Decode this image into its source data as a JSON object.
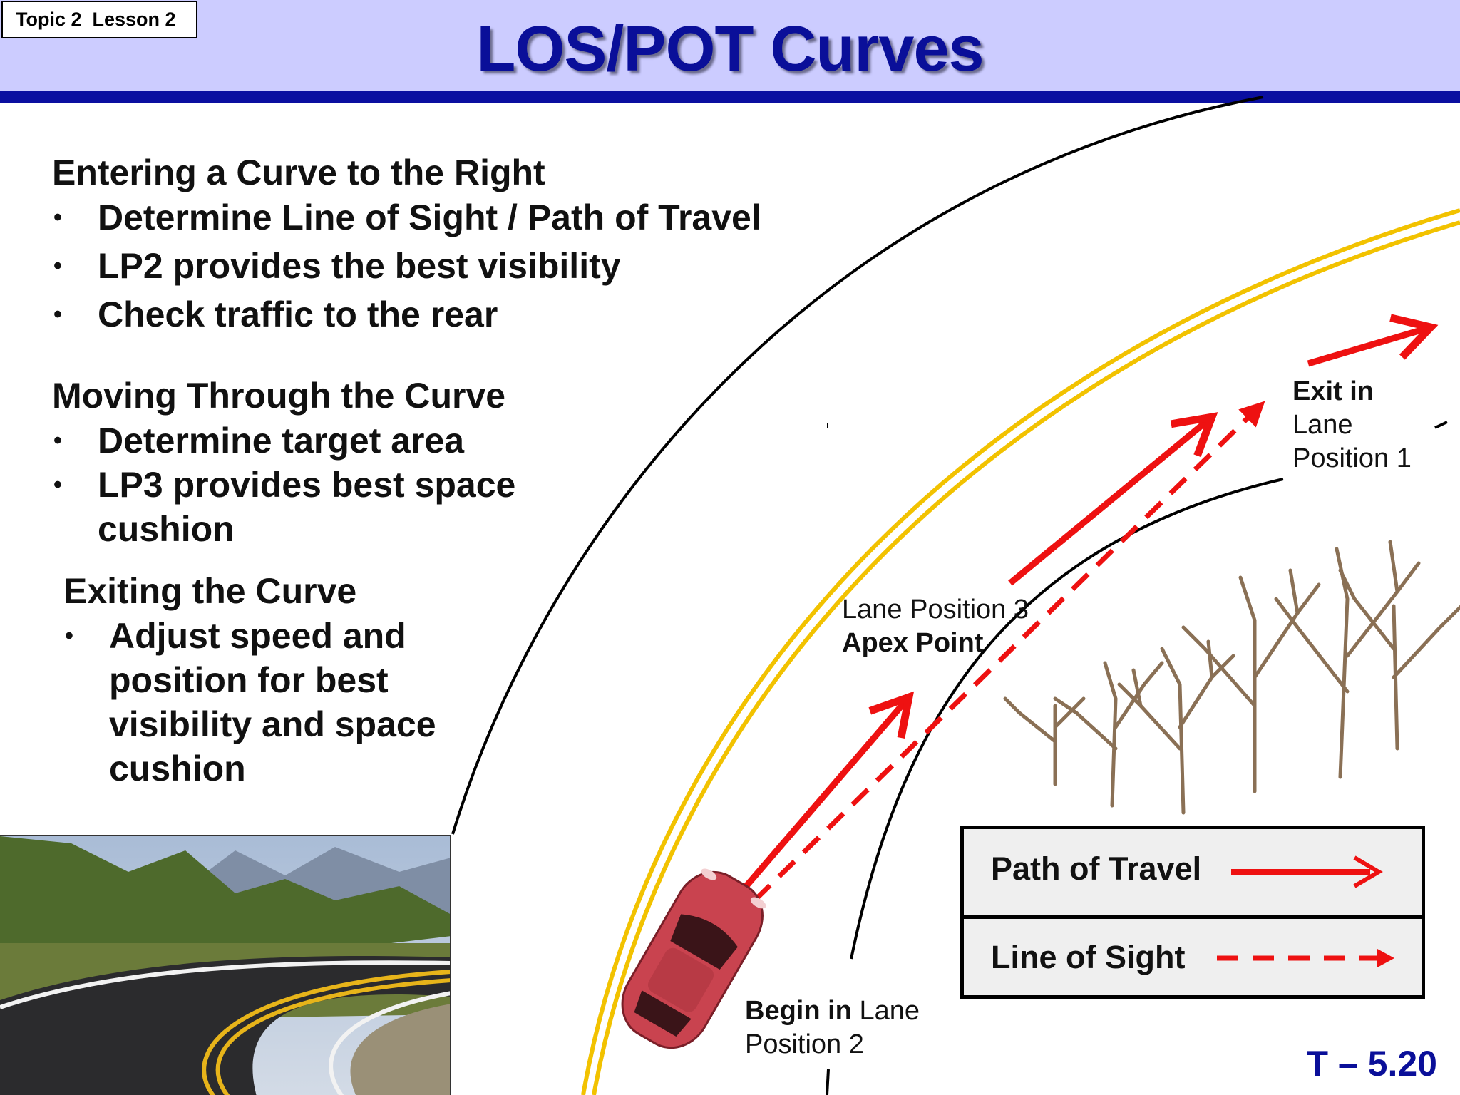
{
  "header": {
    "topic": "Topic 2  Lesson 2",
    "title": "LOS/POT Curves"
  },
  "sections": [
    {
      "heading": "Entering a Curve to the Right",
      "bullets": [
        "Determine Line of Sight / Path of Travel",
        "LP2 provides the best visibility",
        "Check traffic to the rear"
      ]
    },
    {
      "heading": "Moving Through the Curve",
      "bullets": [
        "Determine target area",
        "LP3 provides best space",
        "cushion"
      ]
    },
    {
      "heading": "Exiting the Curve",
      "bullets": [
        "Adjust speed and",
        "position for best",
        "visibility and space",
        "cushion"
      ]
    }
  ],
  "bullet_symbol": "•",
  "labels": {
    "exit_bold": "Exit in",
    "exit_line2": "Lane",
    "exit_line3": "Position 1",
    "apex_line1": "Lane Position 3",
    "apex_bold": "Apex Point",
    "begin_bold": "Begin in",
    "begin_rest": " Lane",
    "begin_line2": "Position 2"
  },
  "legend": {
    "path_of_travel": "Path of Travel",
    "line_of_sight": "Line of Sight"
  },
  "slide_number": "T – 5.20",
  "colors": {
    "header_bg": "#ccccff",
    "header_rule": "#0a0fa0",
    "title": "#0a0f99",
    "arrow_red": "#ee1111",
    "center_line": "#f2c200",
    "car": "#c9434f"
  },
  "icons": [
    "car-icon",
    "trees-icon",
    "road-photo"
  ]
}
